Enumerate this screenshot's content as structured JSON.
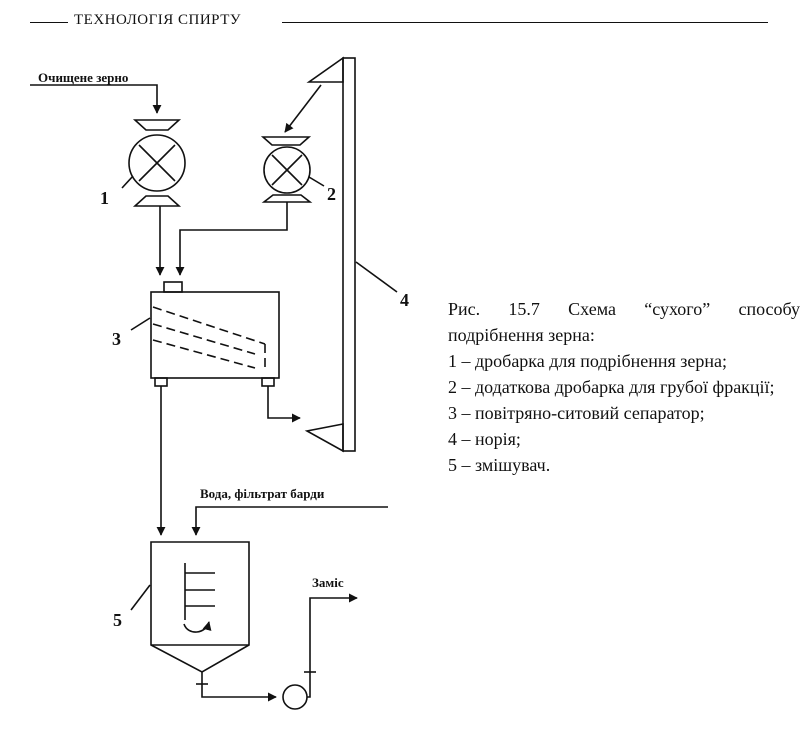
{
  "header": {
    "running_title": "ТЕХНОЛОГІЯ СПИРТУ"
  },
  "diagram": {
    "labels": {
      "input_grain": "Очищене зерно",
      "input_water": "Вода, фільтрат барди",
      "output": "Заміс"
    },
    "numbers": {
      "crusher": "1",
      "extra_crusher": "2",
      "separator": "3",
      "elevator": "4",
      "mixer": "5"
    }
  },
  "caption": {
    "title": "Рис. 15.7 Схема “сухого” способу подрібнення зерна:",
    "items": [
      "1 – дробарка для подрібнення зерна;",
      "2 – додаткова дробарка для грубої фракції;",
      "3 – повітряно-ситовий сепаратор;",
      "4 – норія;",
      "5 – змішувач."
    ]
  }
}
